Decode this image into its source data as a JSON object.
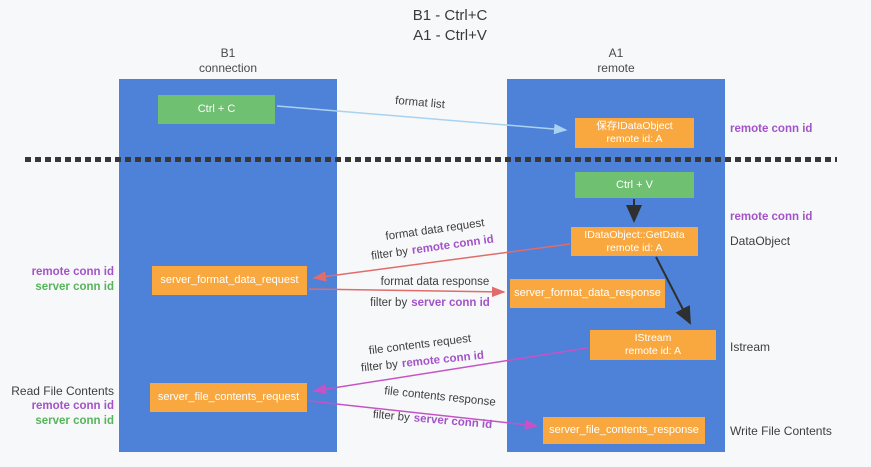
{
  "title": {
    "line1": "B1 - Ctrl+C",
    "line2": "A1 - Ctrl+V"
  },
  "lanes": {
    "b1": {
      "name": "B1",
      "subtitle": "connection"
    },
    "a1": {
      "name": "A1",
      "subtitle": "remote"
    }
  },
  "boxes": {
    "ctrl_c": {
      "label": "Ctrl + C"
    },
    "ctrl_v": {
      "label": "Ctrl + V"
    },
    "save_idataobject": {
      "line1": "保存IDataObject",
      "line2": "remote id: A"
    },
    "getdata": {
      "line1": "IDataObject::GetData",
      "line2": "remote id: A"
    },
    "istream": {
      "line1": "IStream",
      "line2": "remote id: A"
    },
    "server_format_data_request": {
      "label": "server_format_data_request"
    },
    "server_format_data_response": {
      "label": "server_format_data_response"
    },
    "server_file_contents_request": {
      "label": "server_file_contents_request"
    },
    "server_file_contents_response": {
      "label": "server_file_contents_response"
    }
  },
  "arrows": {
    "format_list": {
      "label": "format list"
    },
    "format_data_request": {
      "label": "format data request",
      "filter_prefix": "filter by",
      "filter_key": "remote conn id"
    },
    "format_data_response": {
      "label": "format data response",
      "filter_prefix": "filter by",
      "filter_key": "server conn id"
    },
    "file_contents_request": {
      "label": "file contents request",
      "filter_prefix": "filter by",
      "filter_key": "remote conn id"
    },
    "file_contents_response": {
      "label": "file contents response",
      "filter_prefix": "filter by",
      "filter_key": "server conn id"
    }
  },
  "right_labels": {
    "remote_conn_id_1": "remote conn id",
    "remote_conn_id_2": "remote conn id",
    "dataobject": "DataObject",
    "istream": "Istream",
    "write_file_contents": "Write File Contents"
  },
  "left_labels": {
    "remote_conn_id_1": "remote conn id",
    "server_conn_id_1": "server conn id",
    "read_file_contents": "Read File Contents",
    "remote_conn_id_2": "remote conn id",
    "server_conn_id_2": "server conn id"
  },
  "colors": {
    "lane_blue": "#4d82d8",
    "box_green": "#6fc070",
    "box_orange": "#f9a840",
    "arrow_light_blue": "#a9d2f0",
    "arrow_red": "#e26b6b",
    "arrow_magenta": "#c653c6",
    "arrow_black": "#2f2f2f",
    "label_purple": "#a353c9",
    "label_green": "#56b45c"
  }
}
